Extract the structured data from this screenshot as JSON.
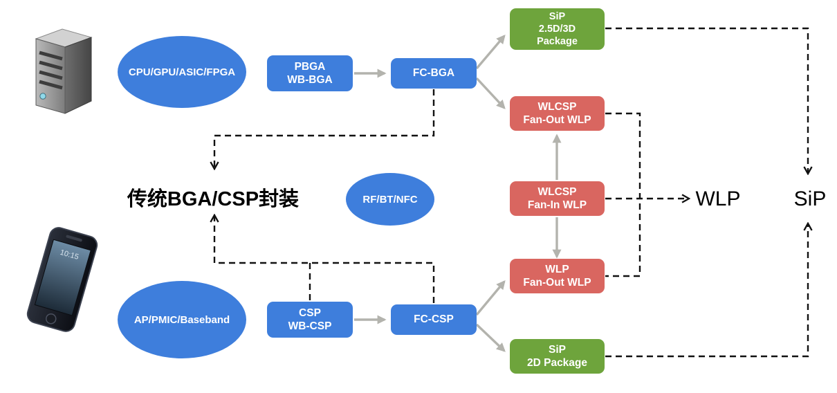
{
  "colors": {
    "blue": "#3e7edc",
    "green": "#6ea43c",
    "red": "#d96660",
    "arrow": "#b3b3ad",
    "dashed": "#111111",
    "background": "#ffffff"
  },
  "nodes": {
    "cpu_ellipse": "CPU/GPU/ASIC/FPGA",
    "rf_ellipse": "RF/BT/NFC",
    "ap_ellipse": "AP/PMIC/Baseband",
    "pbga": "PBGA\nWB-BGA",
    "fcbga": "FC-BGA",
    "csp": "CSP\nWB-CSP",
    "fccsp": "FC-CSP",
    "sip_25d": "SiP\n2.5D/3D\nPackage",
    "wlcsp_fanout": "WLCSP\nFan-Out WLP",
    "wlcsp_fanin": "WLCSP\nFan-In WLP",
    "wlp_fanout": "WLP\nFan-Out WLP",
    "sip_2d": "SiP\n2D Package",
    "traditional": "传统BGA/CSP封装",
    "wlp_label": "WLP",
    "sip_label": "SiP"
  },
  "icons": {
    "server": "server-icon",
    "phone": "smartphone-icon",
    "phone_time": "10:15"
  }
}
